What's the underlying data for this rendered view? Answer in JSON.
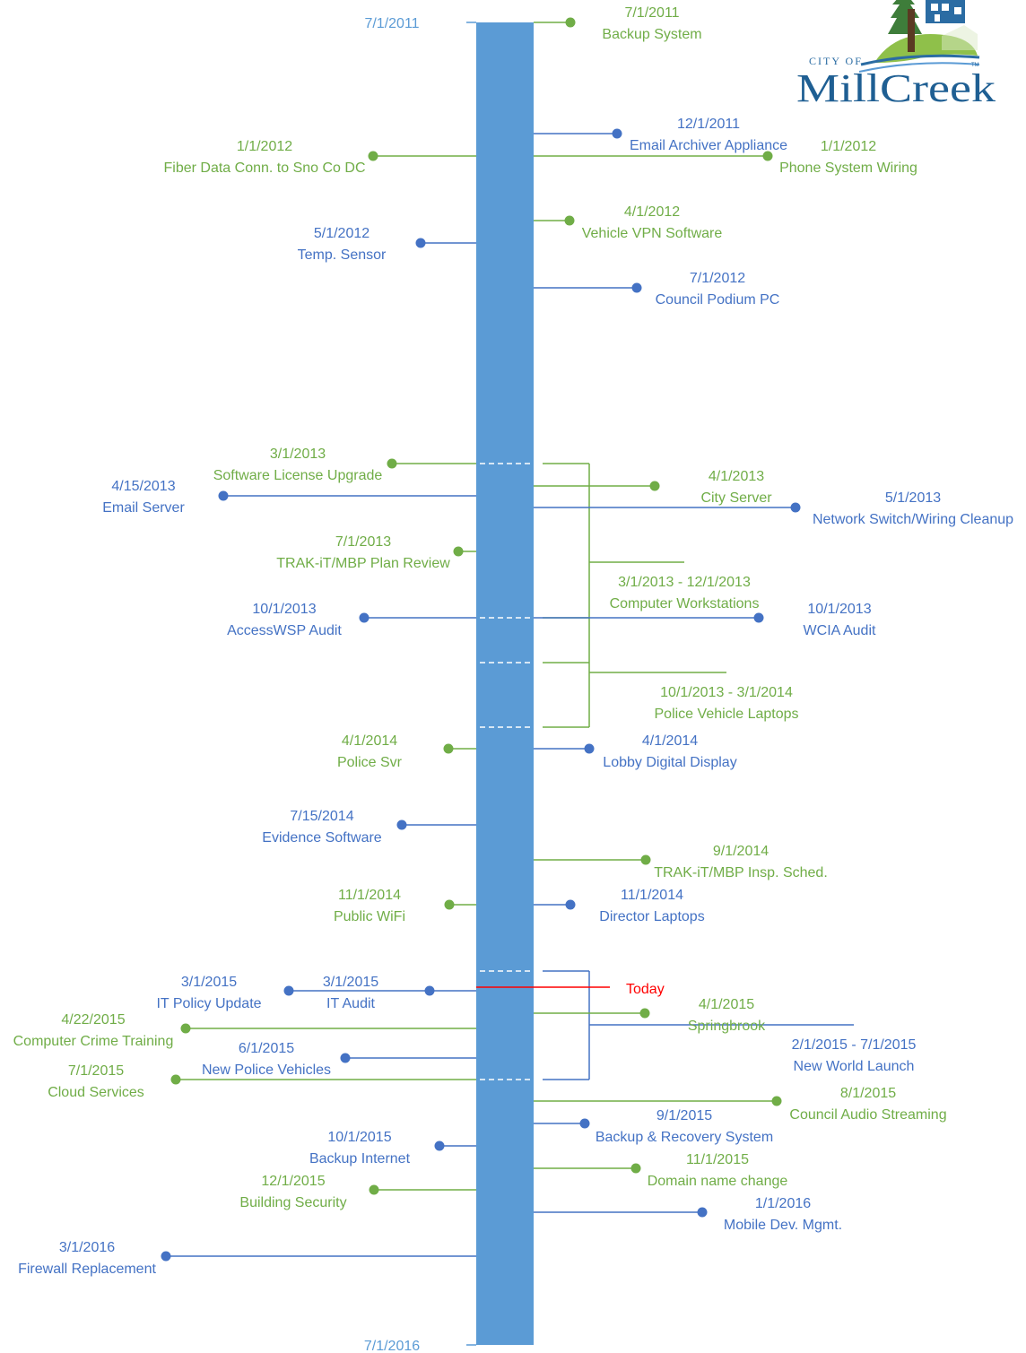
{
  "colors": {
    "green": "#70ad47",
    "blue": "#4472c4",
    "bar": "#5b9bd5",
    "today": "#ff0000",
    "axis_label": "#5b9bd5"
  },
  "logo": {
    "city_of": "CITY OF",
    "name": "MillCreek",
    "tm": "TM"
  },
  "range": {
    "start": "7/1/2011",
    "end": "7/1/2016"
  },
  "today_label": "Today",
  "milestones": [
    {
      "id": "backup-system",
      "date": "7/1/2011",
      "name": "Backup System",
      "color": "green"
    },
    {
      "id": "email-archiver-appliance",
      "date": "12/1/2011",
      "name": "Email Archiver Appliance",
      "color": "blue"
    },
    {
      "id": "fiber-data-conn",
      "date": "1/1/2012",
      "name": "Fiber Data Conn. to Sno Co DC",
      "color": "green"
    },
    {
      "id": "phone-system-wiring",
      "date": "1/1/2012",
      "name": "Phone System Wiring",
      "color": "green"
    },
    {
      "id": "vehicle-vpn-software",
      "date": "4/1/2012",
      "name": "Vehicle VPN Software",
      "color": "green"
    },
    {
      "id": "temp-sensor",
      "date": "5/1/2012",
      "name": "Temp. Sensor",
      "color": "blue"
    },
    {
      "id": "council-podium-pc",
      "date": "7/1/2012",
      "name": "Council Podium PC",
      "color": "blue"
    },
    {
      "id": "software-license-upgrade",
      "date": "3/1/2013",
      "name": "Software License Upgrade",
      "color": "green"
    },
    {
      "id": "city-server",
      "date": "4/1/2013",
      "name": "City Server",
      "color": "green"
    },
    {
      "id": "email-server",
      "date": "4/15/2013",
      "name": "Email Server",
      "color": "blue"
    },
    {
      "id": "network-switch",
      "date": "5/1/2013",
      "name": "Network Switch/Wiring Cleanup",
      "color": "blue"
    },
    {
      "id": "trak-it-plan-review",
      "date": "7/1/2013",
      "name": "TRAK-iT/MBP Plan Review",
      "color": "green"
    },
    {
      "id": "accesswsp-audit",
      "date": "10/1/2013",
      "name": "AccessWSP Audit",
      "color": "blue"
    },
    {
      "id": "wcia-audit",
      "date": "10/1/2013",
      "name": "WCIA Audit",
      "color": "blue"
    },
    {
      "id": "police-svr",
      "date": "4/1/2014",
      "name": "Police Svr",
      "color": "green"
    },
    {
      "id": "lobby-digital-display",
      "date": "4/1/2014",
      "name": "Lobby Digital Display",
      "color": "blue"
    },
    {
      "id": "evidence-software",
      "date": "7/15/2014",
      "name": "Evidence Software",
      "color": "blue"
    },
    {
      "id": "trak-it-insp-sched",
      "date": "9/1/2014",
      "name": "TRAK-iT/MBP Insp. Sched.",
      "color": "green"
    },
    {
      "id": "public-wifi",
      "date": "11/1/2014",
      "name": "Public WiFi",
      "color": "green"
    },
    {
      "id": "director-laptops",
      "date": "11/1/2014",
      "name": "Director Laptops",
      "color": "blue"
    },
    {
      "id": "it-policy-update",
      "date": "3/1/2015",
      "name": "IT Policy Update",
      "color": "blue"
    },
    {
      "id": "it-audit",
      "date": "3/1/2015",
      "name": "IT Audit",
      "color": "blue"
    },
    {
      "id": "springbrook",
      "date": "4/1/2015",
      "name": "Springbrook",
      "color": "green"
    },
    {
      "id": "computer-crime-training",
      "date": "4/22/2015",
      "name": "Computer Crime Training",
      "color": "green"
    },
    {
      "id": "new-police-vehicles",
      "date": "6/1/2015",
      "name": "New Police Vehicles",
      "color": "blue"
    },
    {
      "id": "cloud-services",
      "date": "7/1/2015",
      "name": "Cloud Services",
      "color": "green"
    },
    {
      "id": "council-audio-streaming",
      "date": "8/1/2015",
      "name": "Council Audio Streaming",
      "color": "green"
    },
    {
      "id": "backup-recovery-system",
      "date": "9/1/2015",
      "name": "Backup & Recovery System",
      "color": "blue"
    },
    {
      "id": "backup-internet",
      "date": "10/1/2015",
      "name": "Backup Internet",
      "color": "blue"
    },
    {
      "id": "domain-name-change",
      "date": "11/1/2015",
      "name": "Domain name change",
      "color": "green"
    },
    {
      "id": "building-security",
      "date": "12/1/2015",
      "name": "Building Security",
      "color": "green"
    },
    {
      "id": "mobile-dev-mgmt",
      "date": "1/1/2016",
      "name": "Mobile Dev. Mgmt.",
      "color": "blue"
    },
    {
      "id": "firewall-replacement",
      "date": "3/1/2016",
      "name": "Firewall Replacement",
      "color": "blue"
    }
  ],
  "ranges": [
    {
      "id": "computer-workstations",
      "dates": "3/1/2013 - 12/1/2013",
      "name": "Computer Workstations",
      "color": "green"
    },
    {
      "id": "police-vehicle-laptops",
      "dates": "10/1/2013 - 3/1/2014",
      "name": "Police Vehicle Laptops",
      "color": "green"
    },
    {
      "id": "new-world-launch",
      "dates": "2/1/2015 - 7/1/2015",
      "name": "New World Launch",
      "color": "blue"
    }
  ]
}
